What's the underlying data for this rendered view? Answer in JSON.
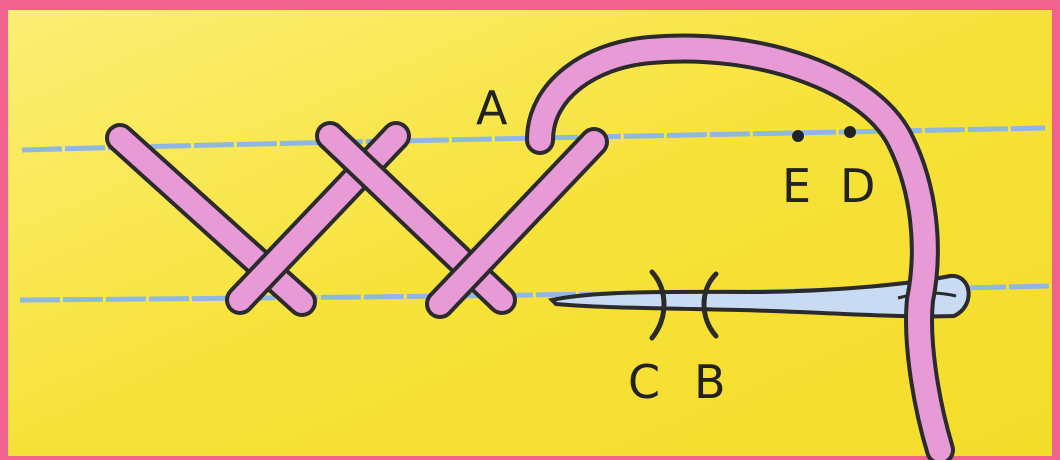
{
  "labels": {
    "a": "A",
    "b": "B",
    "c": "C",
    "d": "D",
    "e": "E"
  },
  "colors": {
    "border": "#f2628f",
    "fabric": "#f7e23a",
    "fabric_light": "#fbee74",
    "guide_line": "#8fb8e0",
    "thread": "#e79ad5",
    "needle": "#c9dbf2",
    "outline": "#2b2b2b"
  },
  "elements": [
    "fabric",
    "guide-line-top",
    "guide-line-bottom",
    "cross-stitches",
    "needle",
    "thread",
    "hole-d",
    "hole-e"
  ]
}
